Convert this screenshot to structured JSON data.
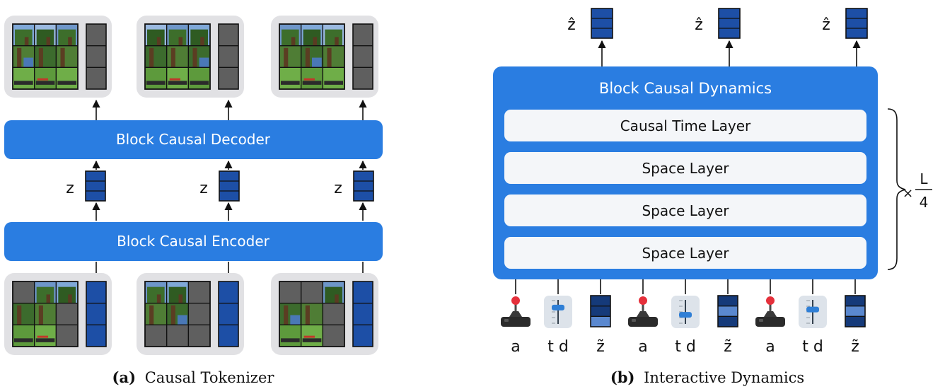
{
  "tokenizer": {
    "decoder_label": "Block Causal Decoder",
    "encoder_label": "Block Causal Encoder",
    "latent_label": "z",
    "caption_tag": "(a)",
    "caption_text": "Causal Tokenizer"
  },
  "dynamics": {
    "block_title": "Block Causal Dynamics",
    "layers": [
      "Causal Time Layer",
      "Space Layer",
      "Space Layer",
      "Space Layer"
    ],
    "output_label": "ẑ",
    "repeat_prefix": "×",
    "repeat_numerator": "L",
    "repeat_denominator": "4",
    "inputs": [
      "a",
      "t d",
      "z̃",
      "a",
      "t d",
      "z̃",
      "a",
      "t d",
      "z̃"
    ],
    "caption_tag": "(b)",
    "caption_text": "Interactive Dynamics"
  },
  "colors": {
    "block_blue": "#2a7de1",
    "token_blue": "#1d4fa6",
    "token_dark": "#153a7a",
    "token_light": "#5a88cf",
    "masked_gray": "#5f5f5f",
    "panel_gray": "#e1e1e4",
    "layer_fill": "#f4f6f9"
  },
  "icons": {
    "action": "joystick-icon",
    "timestep": "slider-icon",
    "frame": "minecraft-frame-image"
  }
}
